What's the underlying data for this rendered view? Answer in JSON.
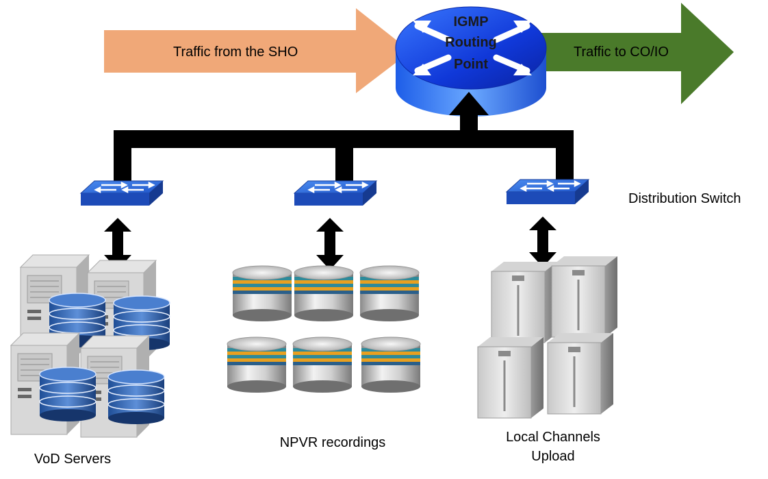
{
  "arrows": {
    "incoming": {
      "label": "Traffic from the SHO",
      "color": "#f0a878"
    },
    "outgoing": {
      "label": "Traffic to CO/IO",
      "color": "#4a7a2a"
    }
  },
  "router": {
    "lines": [
      "IGMP",
      "Routing",
      "Point"
    ],
    "icon": "router-icon",
    "color": "#1e4fd8"
  },
  "switch_label": "Distribution Switch",
  "groups": {
    "vod": {
      "label": "VoD Servers",
      "icon": "server-database-icon"
    },
    "npvr": {
      "label": "NPVR recordings",
      "icon": "storage-disk-icon"
    },
    "local": {
      "label_line1": "Local Channels",
      "label_line2": "Upload",
      "icon": "tower-server-icon"
    }
  },
  "switch_icon": "network-switch-icon",
  "bus_color": "#000000"
}
